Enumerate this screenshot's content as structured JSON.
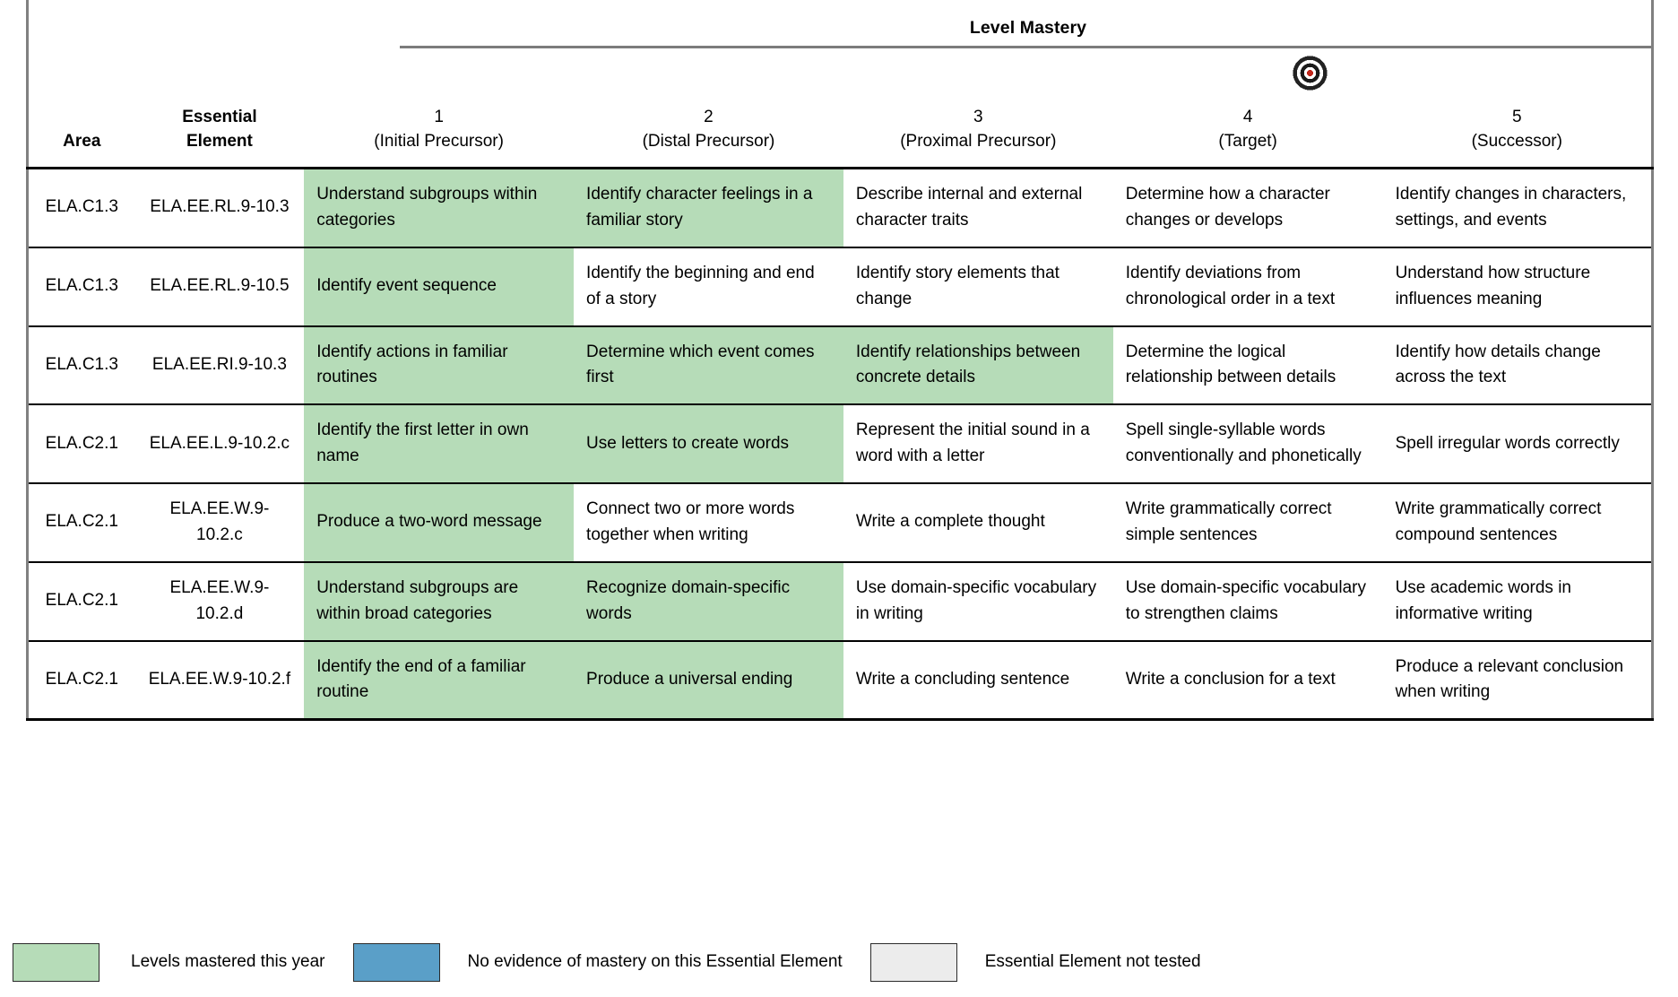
{
  "header": {
    "group_title": "Level Mastery",
    "target_icon": "bullseye-target-icon",
    "col_area": "Area",
    "col_ee_line1": "Essential",
    "col_ee_line2": "Element",
    "levels": [
      {
        "num": "1",
        "sub": "(Initial Precursor)"
      },
      {
        "num": "2",
        "sub": "(Distal Precursor)"
      },
      {
        "num": "3",
        "sub": "(Proximal Precursor)"
      },
      {
        "num": "4",
        "sub": "(Target)"
      },
      {
        "num": "5",
        "sub": "(Successor)"
      }
    ]
  },
  "rows": [
    {
      "area": "ELA.C1.3",
      "ee": "ELA.EE.RL.9-10.3",
      "cells": [
        {
          "text": "Understand subgroups within categories",
          "mastered": true
        },
        {
          "text": "Identify character feelings in a familiar story",
          "mastered": true
        },
        {
          "text": "Describe internal and external character traits",
          "mastered": false
        },
        {
          "text": "Determine how a character changes or develops",
          "mastered": false
        },
        {
          "text": "Identify changes in characters, settings, and events",
          "mastered": false
        }
      ]
    },
    {
      "area": "ELA.C1.3",
      "ee": "ELA.EE.RL.9-10.5",
      "cells": [
        {
          "text": "Identify event sequence",
          "mastered": true
        },
        {
          "text": "Identify the beginning and end of a story",
          "mastered": false
        },
        {
          "text": "Identify story elements that change",
          "mastered": false
        },
        {
          "text": "Identify deviations from chronological order in a text",
          "mastered": false
        },
        {
          "text": "Understand how structure influences meaning",
          "mastered": false
        }
      ]
    },
    {
      "area": "ELA.C1.3",
      "ee": "ELA.EE.RI.9-10.3",
      "cells": [
        {
          "text": "Identify actions in familiar routines",
          "mastered": true
        },
        {
          "text": "Determine which event comes first",
          "mastered": true
        },
        {
          "text": "Identify relationships between concrete details",
          "mastered": true
        },
        {
          "text": "Determine the logical relationship between details",
          "mastered": false
        },
        {
          "text": "Identify how details change across the text",
          "mastered": false
        }
      ]
    },
    {
      "area": "ELA.C2.1",
      "ee": "ELA.EE.L.9-10.2.c",
      "cells": [
        {
          "text": "Identify the first letter in own name",
          "mastered": true
        },
        {
          "text": "Use letters to create words",
          "mastered": true
        },
        {
          "text": "Represent the initial sound in a word with a letter",
          "mastered": false
        },
        {
          "text": "Spell single-syllable words conventionally and phonetically",
          "mastered": false
        },
        {
          "text": "Spell irregular words correctly",
          "mastered": false
        }
      ]
    },
    {
      "area": "ELA.C2.1",
      "ee": "ELA.EE.W.9-10.2.c",
      "cells": [
        {
          "text": "Produce a two-word message",
          "mastered": true
        },
        {
          "text": "Connect two or more words together when writing",
          "mastered": false
        },
        {
          "text": "Write a complete thought",
          "mastered": false
        },
        {
          "text": "Write grammatically correct simple sentences",
          "mastered": false
        },
        {
          "text": "Write grammatically correct compound sentences",
          "mastered": false
        }
      ]
    },
    {
      "area": "ELA.C2.1",
      "ee": "ELA.EE.W.9-10.2.d",
      "cells": [
        {
          "text": "Understand subgroups are within broad categories",
          "mastered": true
        },
        {
          "text": "Recognize domain-specific words",
          "mastered": true
        },
        {
          "text": "Use domain-specific vocabulary in writing",
          "mastered": false
        },
        {
          "text": "Use domain-specific vocabulary to strengthen claims",
          "mastered": false
        },
        {
          "text": "Use academic words in informative writing",
          "mastered": false
        }
      ]
    },
    {
      "area": "ELA.C2.1",
      "ee": "ELA.EE.W.9-10.2.f",
      "cells": [
        {
          "text": "Identify the end of a familiar routine",
          "mastered": true
        },
        {
          "text": "Produce a universal ending",
          "mastered": true
        },
        {
          "text": "Write a concluding sentence",
          "mastered": false
        },
        {
          "text": "Write a conclusion for a text",
          "mastered": false
        },
        {
          "text": "Produce a relevant conclusion when writing",
          "mastered": false
        }
      ]
    }
  ],
  "legend": [
    {
      "label": "Levels mastered this year",
      "color": "#b6dcb8"
    },
    {
      "label": "No evidence of mastery on this Essential Element",
      "color": "#5a9fc8"
    },
    {
      "label": "Essential Element not tested",
      "color": "#ececec"
    }
  ]
}
